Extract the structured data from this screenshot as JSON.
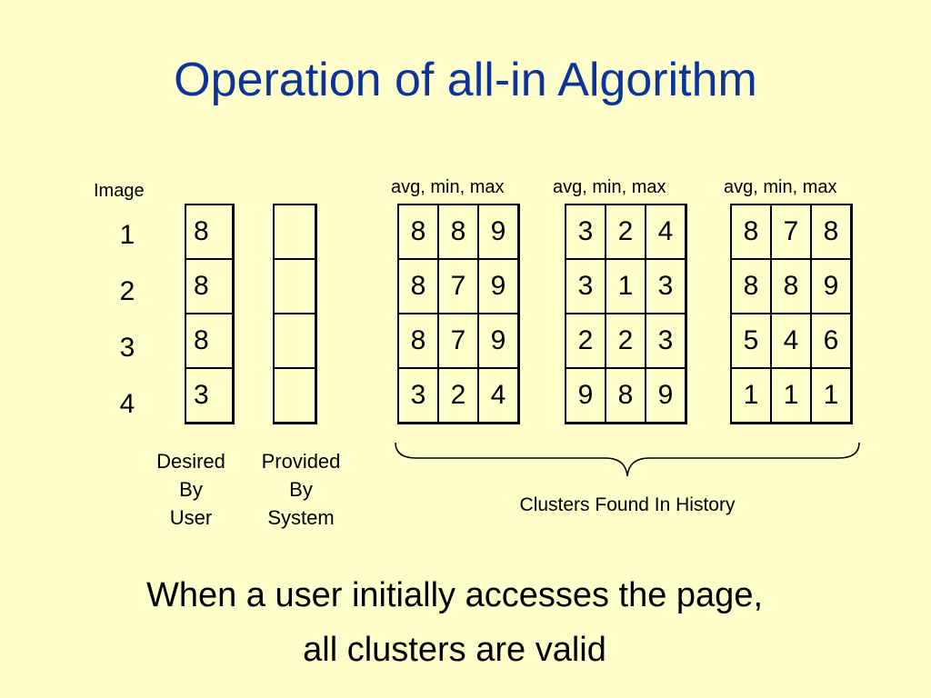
{
  "title": "Operation of all-in Algorithm",
  "image_label": "Image",
  "row_numbers": [
    "1",
    "2",
    "3",
    "4"
  ],
  "desired_values": [
    "8",
    "8",
    "8",
    "3"
  ],
  "cluster_header": "avg, min, max",
  "clusters": [
    {
      "rows": [
        [
          "8",
          "8",
          "9"
        ],
        [
          "8",
          "7",
          "9"
        ],
        [
          "8",
          "7",
          "9"
        ],
        [
          "3",
          "2",
          "4"
        ]
      ]
    },
    {
      "rows": [
        [
          "3",
          "2",
          "4"
        ],
        [
          "3",
          "1",
          "3"
        ],
        [
          "2",
          "2",
          "3"
        ],
        [
          "9",
          "8",
          "9"
        ]
      ]
    },
    {
      "rows": [
        [
          "8",
          "7",
          "8"
        ],
        [
          "8",
          "8",
          "9"
        ],
        [
          "5",
          "4",
          "6"
        ],
        [
          "1",
          "1",
          "1"
        ]
      ]
    }
  ],
  "captions": {
    "desired": [
      "Desired",
      "By",
      "User"
    ],
    "provided": [
      "Provided",
      "By",
      "System"
    ],
    "clusters": "Clusters Found In History"
  },
  "bottom_text": [
    "When a user initially accesses the page,",
    "all clusters are valid"
  ],
  "colors": {
    "background": "#ffffcc",
    "title": "#0d3399"
  }
}
